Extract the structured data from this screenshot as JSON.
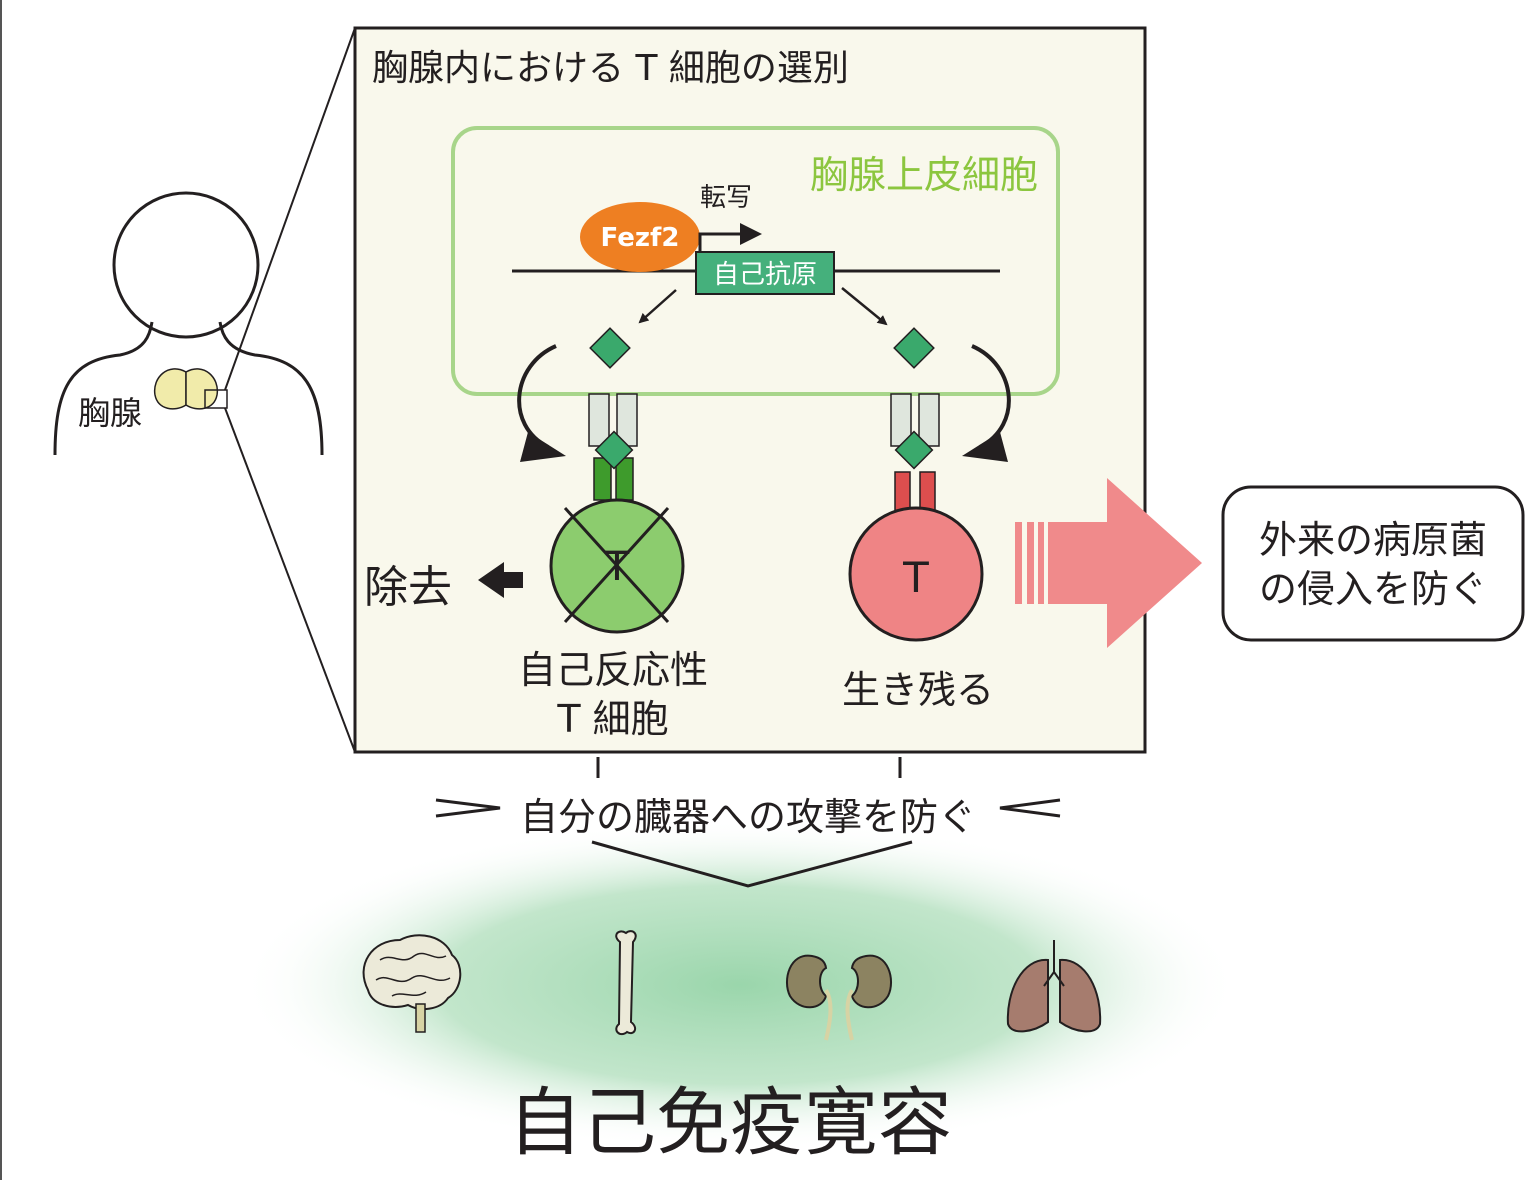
{
  "panel_title": "胸腺内における T 細胞の選別",
  "epithelial_label": "胸腺上皮細胞",
  "fezf2_label": "Fezf2",
  "transcription_label": "転写",
  "gene_label": "自己抗原",
  "thymus_label": "胸腺",
  "left_cell": {
    "letter": "T",
    "remove_label": "除去",
    "caption_line1": "自己反応性",
    "caption_line2": "T 細胞"
  },
  "right_cell": {
    "letter": "T",
    "caption": "生き残る"
  },
  "pathogen_box": {
    "line1": "外来の病原菌",
    "line2": "の侵入を防ぐ"
  },
  "organ_attack_label": "自分の臓器への攻撃を防ぐ",
  "tolerance_label": "自己免疫寛容",
  "organ_icons": [
    "brain-icon",
    "bone-icon",
    "kidney-icon",
    "lung-icon"
  ],
  "colors": {
    "panel_bg": "#f9f8ec",
    "epithelial_border": "#a8d58a",
    "epithelial_text": "#8cc63f",
    "fezf2": "#ee7f22",
    "gene_box": "#45b07c",
    "antigen": "#3aa96c",
    "left_cell": "#8ccc6e",
    "right_cell": "#ef8485",
    "pink_arrow": "#f08a8b",
    "tolerance_glow": "#8fd1a2"
  }
}
